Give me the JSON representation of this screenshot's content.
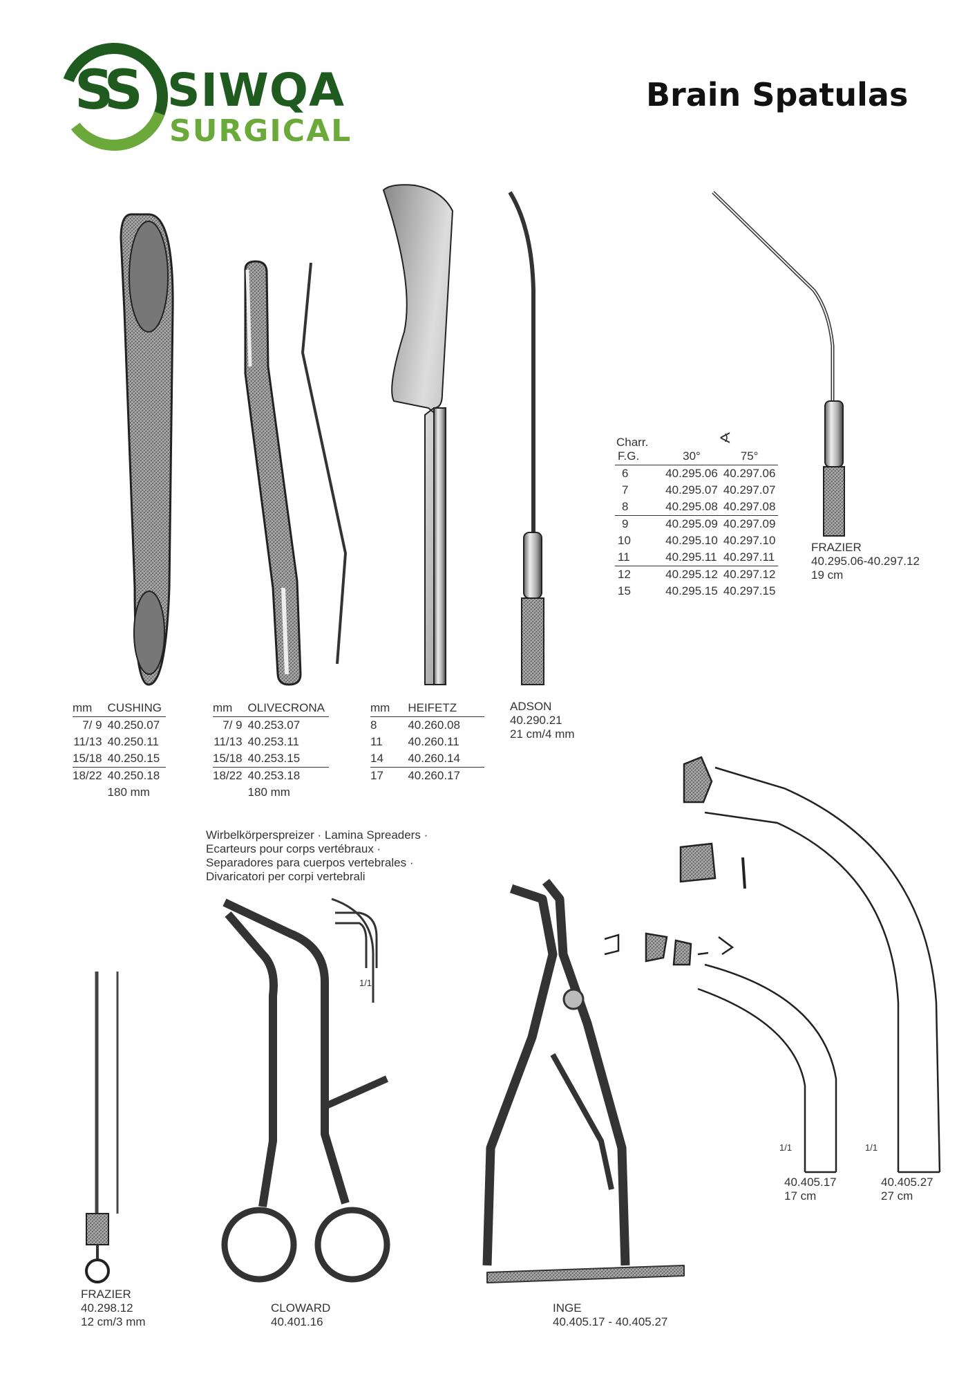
{
  "brand": {
    "monogram": "SS",
    "name_line1": "SIWQA",
    "name_line2": "SURGICAL",
    "color_dark": "#1f5a1e",
    "color_light": "#6aa93a"
  },
  "page_title": "Brain Spatulas",
  "cushing": {
    "headers": [
      "mm",
      "CUSHING"
    ],
    "rows": [
      [
        "7/ 9",
        "40.250.07"
      ],
      [
        "11/13",
        "40.250.11"
      ],
      [
        "15/18",
        "40.250.15"
      ],
      [
        "18/22",
        "40.250.18"
      ]
    ],
    "length": "180 mm"
  },
  "olivecrona": {
    "headers": [
      "mm",
      "OLIVECRONA"
    ],
    "rows": [
      [
        "7/ 9",
        "40.253.07"
      ],
      [
        "11/13",
        "40.253.11"
      ],
      [
        "15/18",
        "40.253.15"
      ],
      [
        "18/22",
        "40.253.18"
      ]
    ],
    "length": "180 mm"
  },
  "heifetz": {
    "headers": [
      "mm",
      "HEIFETZ"
    ],
    "rows": [
      [
        "8",
        "40.260.08"
      ],
      [
        "11",
        "40.260.11"
      ],
      [
        "14",
        "40.260.14"
      ],
      [
        "17",
        "40.260.17"
      ]
    ]
  },
  "adson": {
    "name": "ADSON",
    "code": "40.290.21",
    "size": "21 cm/4 mm"
  },
  "frazier_table": {
    "header1": "Charr.",
    "header2": "F.G.",
    "angle_symbol": "∢",
    "col_30": "30°",
    "col_75": "75°",
    "rows": [
      [
        "6",
        "40.295.06",
        "40.297.06"
      ],
      [
        "7",
        "40.295.07",
        "40.297.07"
      ],
      [
        "8",
        "40.295.08",
        "40.297.08"
      ],
      [
        "9",
        "40.295.09",
        "40.297.09"
      ],
      [
        "10",
        "40.295.10",
        "40.297.10"
      ],
      [
        "11",
        "40.295.11",
        "40.297.11"
      ],
      [
        "12",
        "40.295.12",
        "40.297.12"
      ],
      [
        "15",
        "40.295.15",
        "40.297.15"
      ]
    ]
  },
  "frazier_suction": {
    "name": "FRAZIER",
    "code": "40.295.06-40.297.12",
    "size": "19 cm"
  },
  "lamina_title": [
    "Wirbelkörperspreizer · Lamina Spreaders ·",
    "Ecarteurs pour corps vertébraux ·",
    "Separadores para cuerpos vertebrales ·",
    "Divaricatori per corpi vertebrali"
  ],
  "scale_mark": "1/1",
  "frazier_probe": {
    "name": "FRAZIER",
    "code": "40.298.12",
    "size": "12 cm/3 mm"
  },
  "cloward": {
    "name": "CLOWARD",
    "code": "40.401.16"
  },
  "inge": {
    "name": "INGE",
    "code": "40.405.17 - 40.405.27"
  },
  "blade_17": {
    "code": "40.405.17",
    "size": "17 cm"
  },
  "blade_27": {
    "code": "40.405.27",
    "size": "27 cm"
  }
}
